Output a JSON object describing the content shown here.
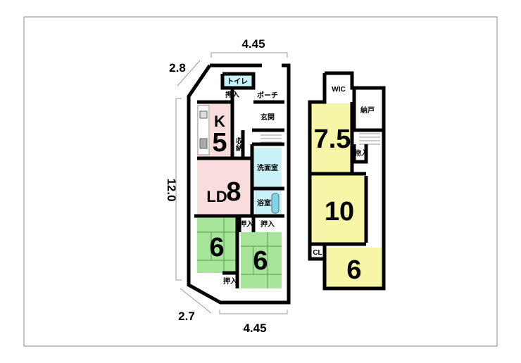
{
  "dimensions": {
    "top_width": "4.45",
    "top_diagonal": "2.8",
    "depth": "12.0",
    "bottom_diagonal": "2.7",
    "bottom_width": "4.45"
  },
  "floor1": {
    "toilet": "トイレ",
    "closet_top": "押入",
    "porch": "ポーチ",
    "kitchen_label": "K",
    "kitchen_size": "5",
    "entrance": "玄関",
    "storage": "収納",
    "washroom": "洗面室",
    "bath": "浴室",
    "ld_label": "LD",
    "ld_size": "8",
    "tatami_left": "6",
    "tatami_right": "6",
    "closet_mid_left": "押入",
    "closet_mid_right": "押入",
    "closet_bottom": "押入"
  },
  "floor2": {
    "wic": "WIC",
    "storeroom": "納戸",
    "room1_size": "7.5",
    "closet": "物入",
    "room2_size": "10",
    "cl": "CL",
    "room3_size": "6"
  },
  "colors": {
    "kitchen_ld": "#f9dcdc",
    "wet": "#c8f2f8",
    "tatami": "#a6e59a",
    "western": "#f7f5a6"
  }
}
